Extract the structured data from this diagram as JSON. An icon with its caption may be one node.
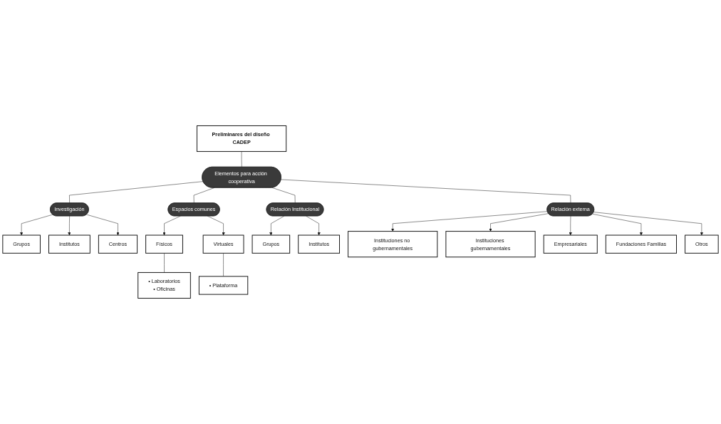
{
  "diagram": {
    "nodes": [
      {
        "text": [
          "Preliminares del diseño CADEP"
        ]
      },
      {
        "text": [
          "Investigación"
        ]
      },
      {
        "text": [
          "Elementos para acción cooperativa"
        ]
      },
      {
        "text": [
          "Relación externa"
        ]
      },
      {
        "text": [
          "Espacios comunes"
        ]
      },
      {
        "text": [
          "Relación Institucional"
        ]
      },
      {
        "text": [
          "Grupos"
        ]
      },
      {
        "text": [
          "Institutos"
        ]
      },
      {
        "text": [
          "Centros"
        ]
      },
      {
        "text": [
          "Físicos"
        ]
      },
      {
        "text": [
          "• Laboratorios",
          "• Oficinas"
        ]
      },
      {
        "text": [
          "Virtuales"
        ]
      },
      {
        "text": [
          "• Plataforma"
        ]
      },
      {
        "text": [
          "Grupos"
        ]
      },
      {
        "text": [
          "Institutos"
        ]
      },
      {
        "text": [
          "Instituciones no gubernamentales"
        ]
      },
      {
        "text": [
          "Instituciones gubernamentales"
        ]
      },
      {
        "text": [
          "Empresariales"
        ]
      },
      {
        "text": [
          "Fundaciones Familias"
        ]
      },
      {
        "text": [
          "Otros"
        ]
      }
    ],
    "edges": [
      {
        "from": 0,
        "to": 2,
        "arrow": "none"
      },
      {
        "from": 2,
        "to": 1,
        "arrow": "none"
      },
      {
        "from": 2,
        "to": 3,
        "arrow": "none"
      },
      {
        "from": 2,
        "to": 4,
        "arrow": "none"
      },
      {
        "from": 2,
        "to": 5,
        "arrow": "none"
      },
      {
        "from": 1,
        "to": 6,
        "arrow": "to"
      },
      {
        "from": 1,
        "to": 7,
        "arrow": "to"
      },
      {
        "from": 1,
        "to": 8,
        "arrow": "to"
      },
      {
        "from": 4,
        "to": 9,
        "arrow": "to"
      },
      {
        "from": 4,
        "to": 11,
        "arrow": "to"
      },
      {
        "from": 9,
        "to": 10,
        "arrow": "none"
      },
      {
        "from": 11,
        "to": 12,
        "arrow": "none"
      },
      {
        "from": 5,
        "to": 13,
        "arrow": "to"
      },
      {
        "from": 5,
        "to": 14,
        "arrow": "to"
      },
      {
        "from": 3,
        "to": 15,
        "arrow": "to"
      },
      {
        "from": 3,
        "to": 16,
        "arrow": "to"
      },
      {
        "from": 3,
        "to": 17,
        "arrow": "to"
      },
      {
        "from": 3,
        "to": 18,
        "arrow": "to"
      },
      {
        "from": 3,
        "to": 19,
        "arrow": "to"
      }
    ]
  }
}
